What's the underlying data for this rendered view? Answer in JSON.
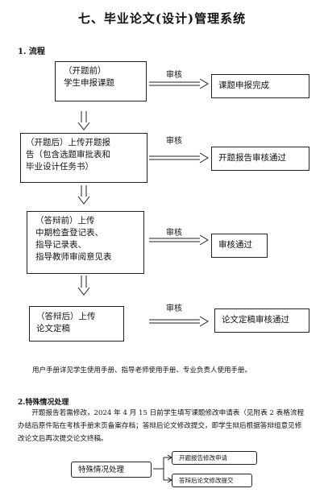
{
  "title": "七、毕业论文(设计)管理系统",
  "section1": {
    "heading": "1. 流程"
  },
  "flow": [
    {
      "left_lines": [
        "（开题前）",
        "学生申报课题"
      ],
      "action": "审核",
      "result": "课题申报完成"
    },
    {
      "left_lines": [
        "（开题后）上传开题报",
        "告（包含选题审批表和",
        "毕业设计任务书）"
      ],
      "action": "审核",
      "result": "开题报告审核通过"
    },
    {
      "left_lines": [
        "（答辩前）上传",
        "中期检查登记表、",
        "指导记录表、",
        "指导教师审阅意见表"
      ],
      "action": "审核",
      "result": "审核通过"
    },
    {
      "left_lines": [
        "（答辩后）上传",
        "论文定稿"
      ],
      "action": "审核",
      "result": "论文定稿审核通过"
    }
  ],
  "manual_note": "用户手册详见学生使用手册、指导老师使用手册、专业负责人使用手册。",
  "section2": {
    "heading": "2.特殊情况处理",
    "paragraph": "开题报告若需修改，2024 年 4 月 15 日前学生填写课题修改申请表（见附表 2 表格流程办结后原件贴在考核手册末页备案存档；答辩后论文修改提交，即学生辩后根据答辩组意见修改论文后再次提交论文终稿。",
    "diagram": {
      "source": "特殊情况处理",
      "branches": [
        "开题报告修改申请",
        "答辩后论文修改提交"
      ]
    }
  }
}
